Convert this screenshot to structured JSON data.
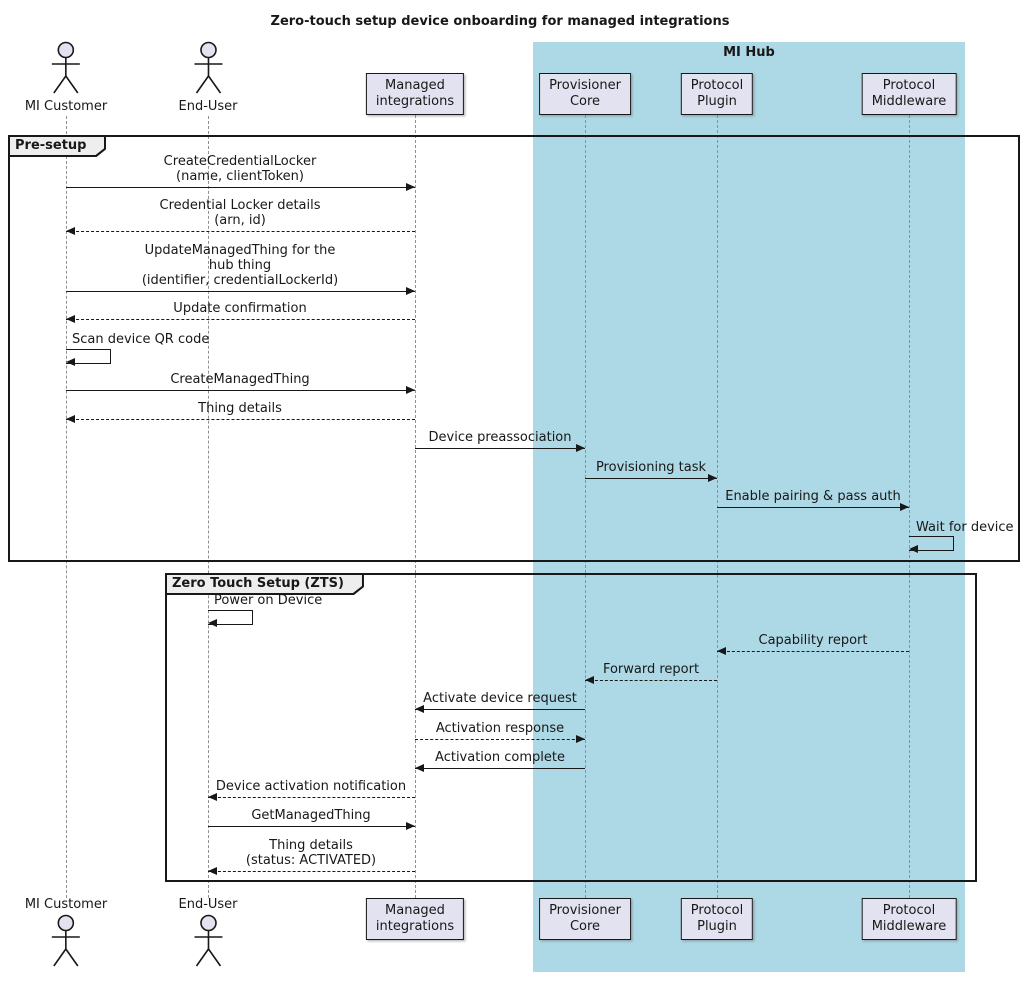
{
  "title": "Zero-touch setup device onboarding for managed integrations",
  "hub": {
    "label": "MI Hub",
    "fill": "#ADD8E6"
  },
  "colors": {
    "participant_fill": "#E2E2F0",
    "border": "#181818",
    "lifeline": "#909090",
    "hub_fill": "#ADD8E6"
  },
  "participants": [
    {
      "id": "mi-customer",
      "type": "actor",
      "label": "MI Customer"
    },
    {
      "id": "end-user",
      "type": "actor",
      "label": "End-User"
    },
    {
      "id": "managed-integrations",
      "type": "participant",
      "label": "Managed\nintegrations"
    },
    {
      "id": "provisioner-core",
      "type": "participant",
      "label": "Provisioner\nCore",
      "group": "MI Hub"
    },
    {
      "id": "protocol-plugin",
      "type": "participant",
      "label": "Protocol\nPlugin",
      "group": "MI Hub"
    },
    {
      "id": "protocol-middleware",
      "type": "participant",
      "label": "Protocol\nMiddleware",
      "group": "MI Hub"
    }
  ],
  "frames": [
    {
      "label": "Pre-setup"
    },
    {
      "label": "Zero Touch Setup (ZTS)"
    }
  ],
  "messages": [
    {
      "from": "MI Customer",
      "to": "Managed integrations",
      "style": "solid",
      "text": "CreateCredentialLocker\n(name, clientToken)"
    },
    {
      "from": "Managed integrations",
      "to": "MI Customer",
      "style": "dashed",
      "text": "Credential Locker details\n(arn, id)"
    },
    {
      "from": "MI Customer",
      "to": "Managed integrations",
      "style": "solid",
      "text": "UpdateManagedThing for the\nhub thing\n(identifier, credentialLockerId)"
    },
    {
      "from": "Managed integrations",
      "to": "MI Customer",
      "style": "dashed",
      "text": "Update confirmation"
    },
    {
      "from": "MI Customer",
      "to": "MI Customer",
      "style": "self",
      "text": "Scan device QR code"
    },
    {
      "from": "MI Customer",
      "to": "Managed integrations",
      "style": "solid",
      "text": "CreateManagedThing"
    },
    {
      "from": "Managed integrations",
      "to": "MI Customer",
      "style": "dashed",
      "text": "Thing details"
    },
    {
      "from": "Managed integrations",
      "to": "Provisioner Core",
      "style": "solid",
      "text": "Device preassociation"
    },
    {
      "from": "Provisioner Core",
      "to": "Protocol Plugin",
      "style": "solid",
      "text": "Provisioning task"
    },
    {
      "from": "Protocol Plugin",
      "to": "Protocol Middleware",
      "style": "solid",
      "text": "Enable pairing & pass auth"
    },
    {
      "from": "Protocol Middleware",
      "to": "Protocol Middleware",
      "style": "self",
      "text": "Wait for device"
    },
    {
      "from": "End-User",
      "to": "End-User",
      "style": "self",
      "text": "Power on Device"
    },
    {
      "from": "Protocol Middleware",
      "to": "Protocol Plugin",
      "style": "dashed",
      "text": "Capability report"
    },
    {
      "from": "Protocol Plugin",
      "to": "Provisioner Core",
      "style": "dashed",
      "text": "Forward report"
    },
    {
      "from": "Provisioner Core",
      "to": "Managed integrations",
      "style": "solid",
      "text": "Activate device request"
    },
    {
      "from": "Managed integrations",
      "to": "Provisioner Core",
      "style": "dashed",
      "text": "Activation response"
    },
    {
      "from": "Provisioner Core",
      "to": "Managed integrations",
      "style": "solid",
      "text": "Activation complete"
    },
    {
      "from": "Managed integrations",
      "to": "End-User",
      "style": "dashed",
      "text": "Device activation notification"
    },
    {
      "from": "End-User",
      "to": "Managed integrations",
      "style": "solid",
      "text": "GetManagedThing"
    },
    {
      "from": "Managed integrations",
      "to": "End-User",
      "style": "dashed",
      "text": "Thing details\n(status: ACTIVATED)"
    }
  ]
}
